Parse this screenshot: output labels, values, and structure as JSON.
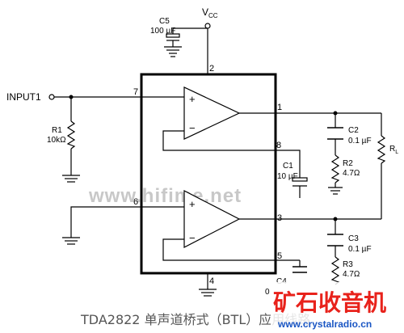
{
  "vcc": {
    "main": "V",
    "sub": "CC"
  },
  "input": "INPUT1",
  "c5": {
    "name": "C5",
    "value": "100 µF"
  },
  "r1": {
    "name": "R1",
    "value": "10kΩ"
  },
  "c1": {
    "name": "C1",
    "value": "10 µF"
  },
  "c2": {
    "name": "C2",
    "value": "0.1 µF"
  },
  "r2": {
    "name": "R2",
    "value": "4.7Ω"
  },
  "c3": {
    "name": "C3",
    "value": "0.1 µF"
  },
  "r3": {
    "name": "R3",
    "value": "4.7Ω"
  },
  "c4": {
    "name": "C4",
    "value": "0"
  },
  "rl": {
    "main": "R",
    "sub": "L"
  },
  "pins": {
    "p1": "1",
    "p2": "2",
    "p3": "3",
    "p4": "4",
    "p5": "5",
    "p6": "6",
    "p7": "7",
    "p8": "8"
  },
  "opamp": {
    "plus": "+",
    "minus": "−"
  },
  "watermark": "www.hifime.net",
  "caption": "TDA2822 单声道桥式（BTL）应用线路",
  "logo": {
    "text": "矿石收音机",
    "url": "www.crystalradio.cn"
  },
  "colors": {
    "line": "#000000",
    "watermark": "#c8c8c8",
    "logo": "#e8221b",
    "logo_url": "#1a56c4"
  }
}
